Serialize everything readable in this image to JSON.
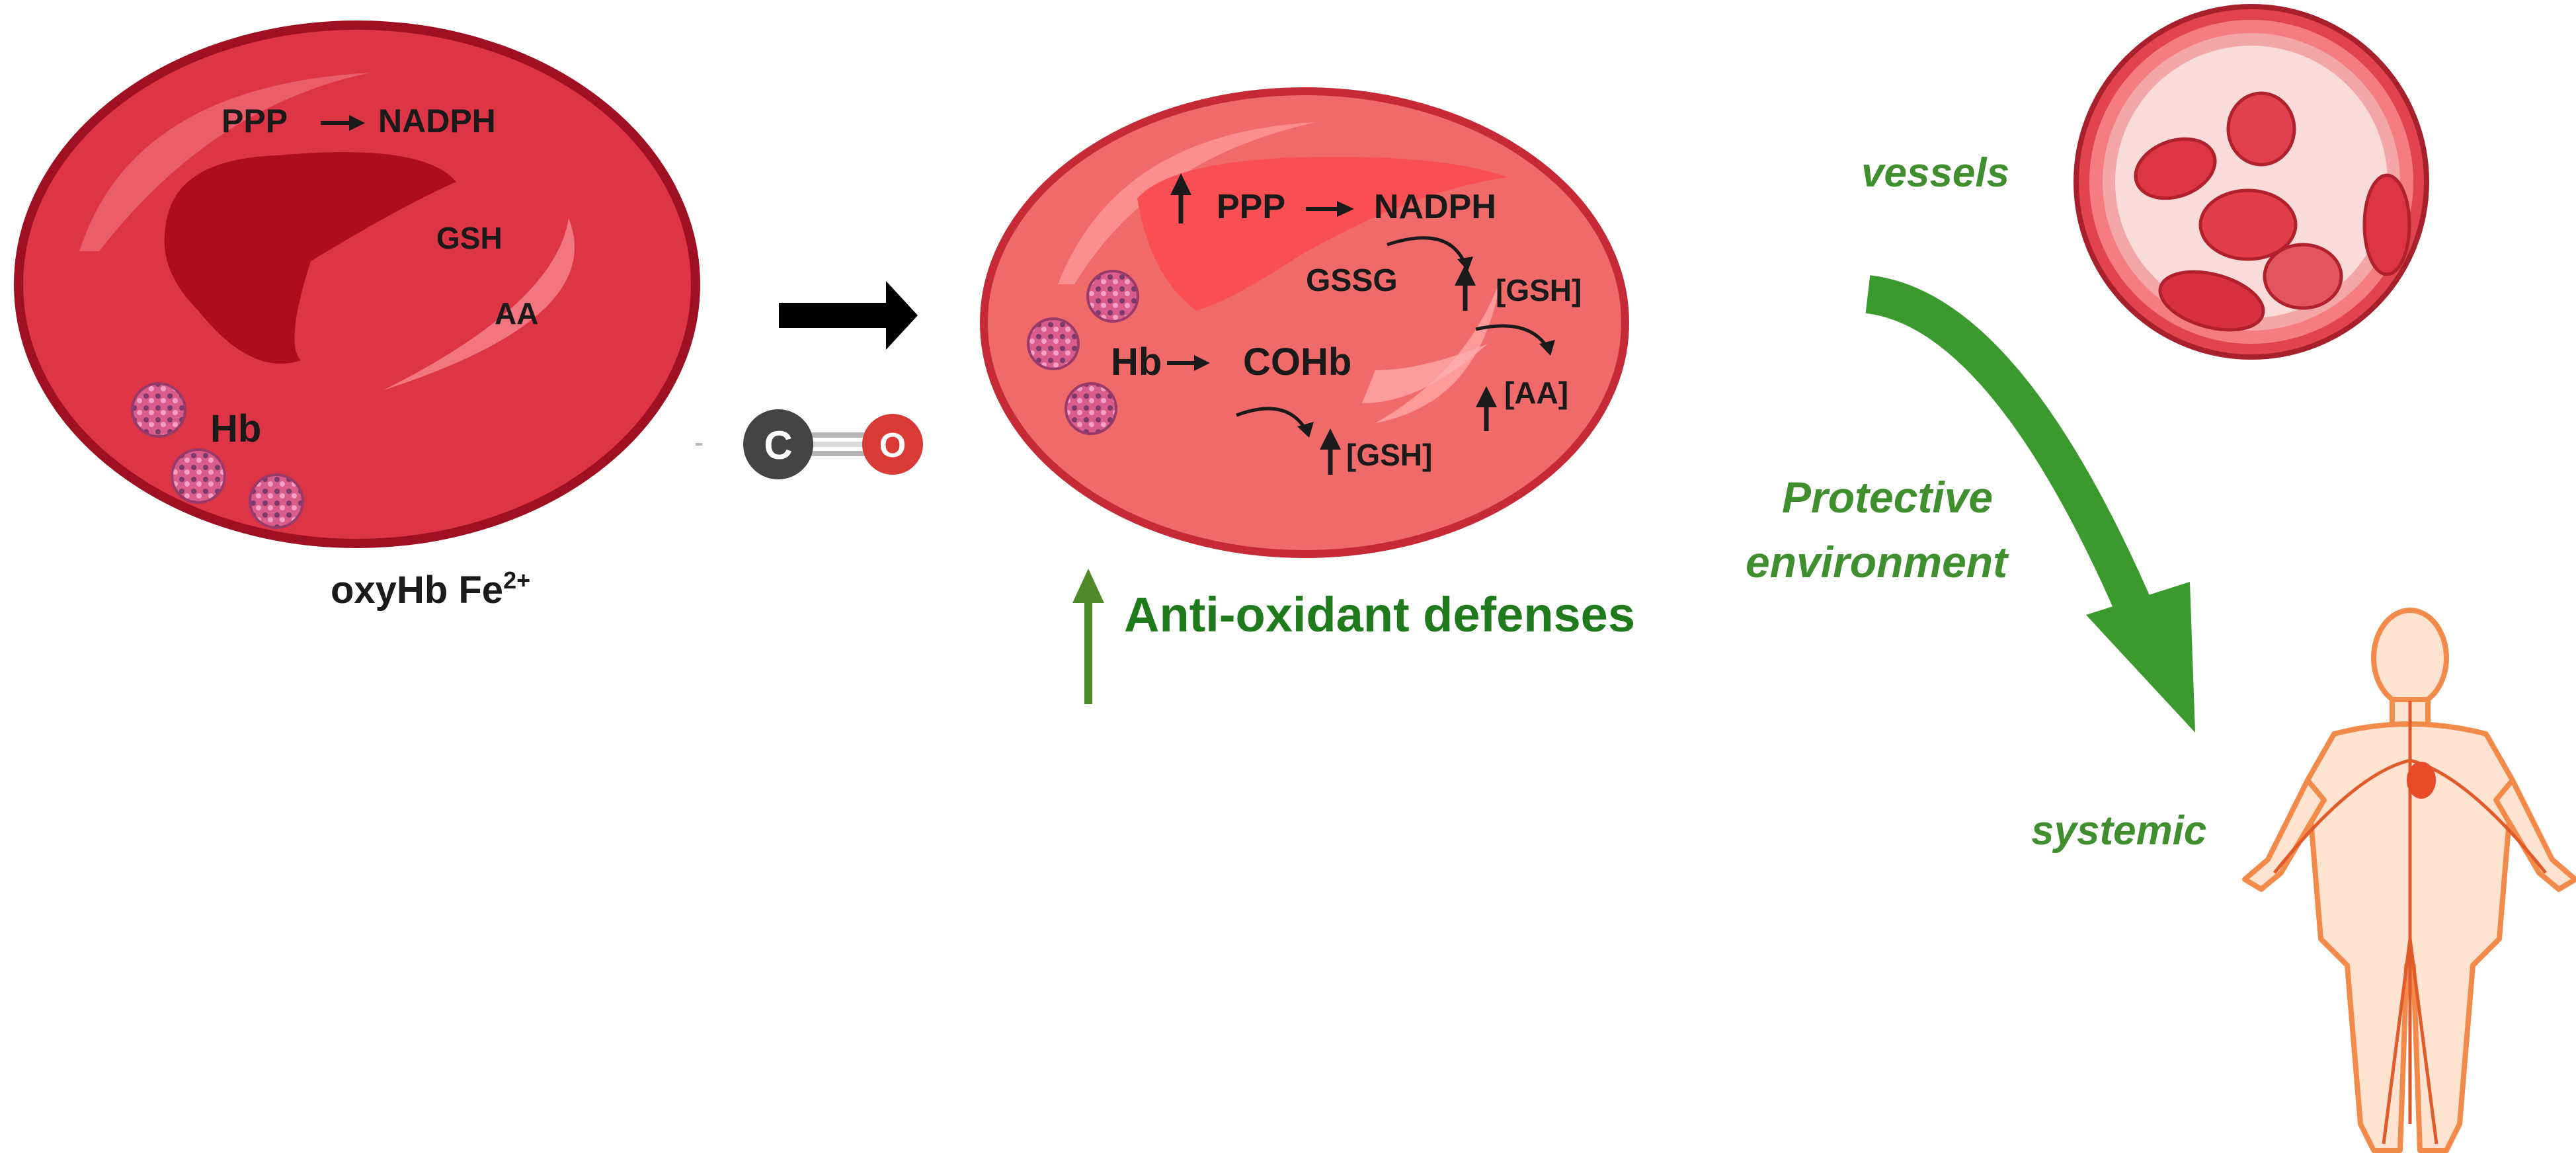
{
  "left_cell": {
    "ppp": "PPP",
    "nadph": "NADPH",
    "gsh": "GSH",
    "aa": "AA",
    "hb": "Hb",
    "caption_main": "oxyHb Fe",
    "caption_sup": "2+"
  },
  "co_molecule": {
    "carbon": "C",
    "oxygen": "O"
  },
  "right_cell": {
    "ppp": "PPP",
    "nadph": "NADPH",
    "gssg": "GSSG",
    "gsh_upper": "[GSH]",
    "hb": "Hb",
    "cohb": "COHb",
    "aa": "[AA]",
    "gsh_lower": "[GSH]"
  },
  "antioxidant_label": "Anti-oxidant defenses",
  "vessels_label": "vessels",
  "protective_label_line1": "Protective",
  "protective_label_line2": "environment",
  "systemic_label": "systemic",
  "colors": {
    "cell_left_fill": "#dd3545",
    "cell_left_stroke": "#9e1022",
    "cell_right_fill": "#f06a6a",
    "cell_right_stroke": "#c62a36",
    "green_accent": "#1e7a1a",
    "green_arrow": "#3a9a2e",
    "body_orange": "#f28a4a"
  }
}
